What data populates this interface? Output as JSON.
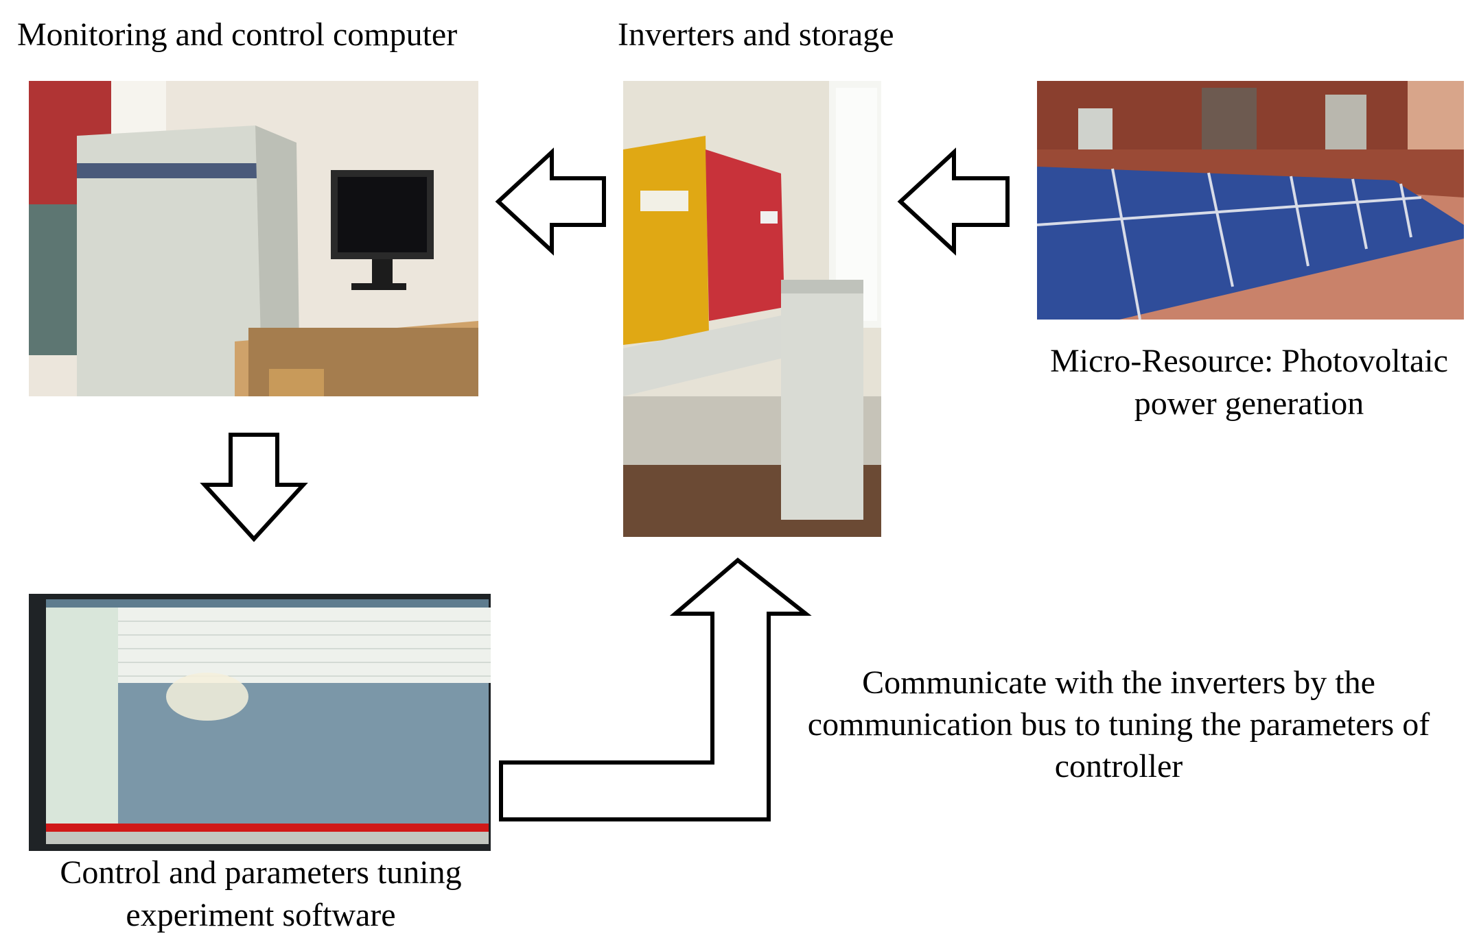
{
  "labels": {
    "monitoring": "Monitoring and control computer",
    "inverters": "Inverters and storage",
    "micro_resource_line1": "Micro-Resource: Photovoltaic",
    "micro_resource_line2": "power generation",
    "software_line1": "Control and parameters tuning",
    "software_line2": "experiment software",
    "communicate_line1": "Communicate with the inverters by the",
    "communicate_line2": "communication bus to tuning the parameters of",
    "communicate_line3": "controller"
  },
  "images": {
    "computer": "monitoring-computer-photo",
    "inverters": "inverters-storage-photo",
    "pv": "photovoltaic-panels-photo",
    "software": "tuning-software-screen-photo"
  },
  "colors": {
    "stroke": "#000000",
    "inverter_yellow": "#e0a814",
    "inverter_red": "#c8323a",
    "panel_blue": "#2f4d9a",
    "brick": "#9a4a36",
    "screen_blue": "#7b97a8",
    "taskbar_red": "#d01818"
  },
  "arrows": [
    {
      "name": "arrow-pv-to-inverters",
      "direction": "left"
    },
    {
      "name": "arrow-inverters-to-computer",
      "direction": "left"
    },
    {
      "name": "arrow-computer-to-software",
      "direction": "down"
    },
    {
      "name": "arrow-software-to-inverters",
      "direction": "up-bent"
    }
  ]
}
